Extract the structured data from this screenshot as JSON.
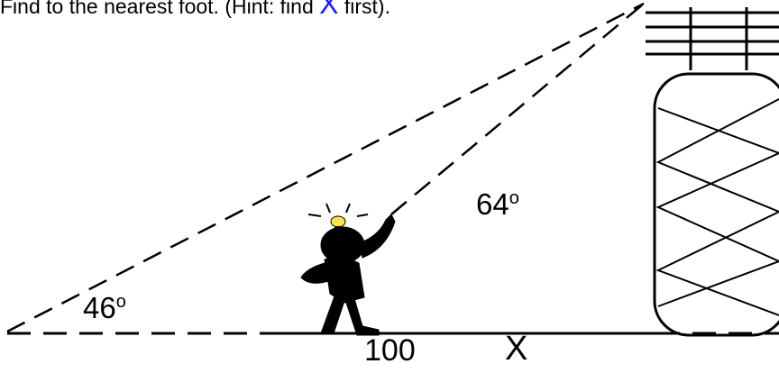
{
  "header": {
    "instruction_text": "Find to the nearest foot. (Hint: find ",
    "variable": "X",
    "instruction_tail": " first)."
  },
  "labels": {
    "angle_near": "64",
    "angle_far": "46",
    "degree_symbol": "o",
    "distance_known": "100",
    "distance_unknown": "X"
  },
  "colors": {
    "line": "#000000",
    "variable_highlight": "#1a1aff",
    "bulb": "#ffe14d",
    "background": "#ffffff"
  },
  "icons": {
    "observer": "thinking-person-icon",
    "idea": "lightbulb-icon",
    "structure": "water-tower-icon"
  }
}
